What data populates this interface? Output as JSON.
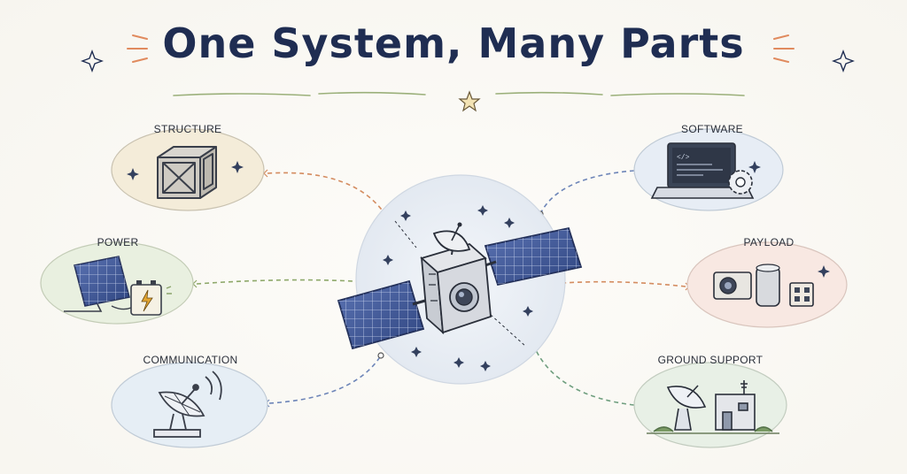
{
  "title": "One System, Many Parts",
  "nodes": {
    "structure": "STRUCTURE",
    "power": "POWER",
    "communication": "COMMUNICATION",
    "software": "SOFTWARE",
    "payload": "PAYLOAD",
    "ground_support": "GROUND SUPPORT"
  },
  "colors": {
    "title": "#1f2d52",
    "structure": "#f4ecd9",
    "power": "#e9f0e0",
    "communication": "#e6eef5",
    "software": "#e7edf5",
    "payload": "#f8e8e2",
    "ground_support": "#e8f0e6",
    "center": "#e9eef5"
  },
  "icons": {
    "structure": "cube-frame-icon",
    "power": "solar-panel-battery-icon",
    "communication": "satellite-dish-icon",
    "software": "laptop-gear-icon",
    "payload": "camera-sensor-icon",
    "ground_support": "ground-station-icon",
    "center": "satellite-icon"
  }
}
